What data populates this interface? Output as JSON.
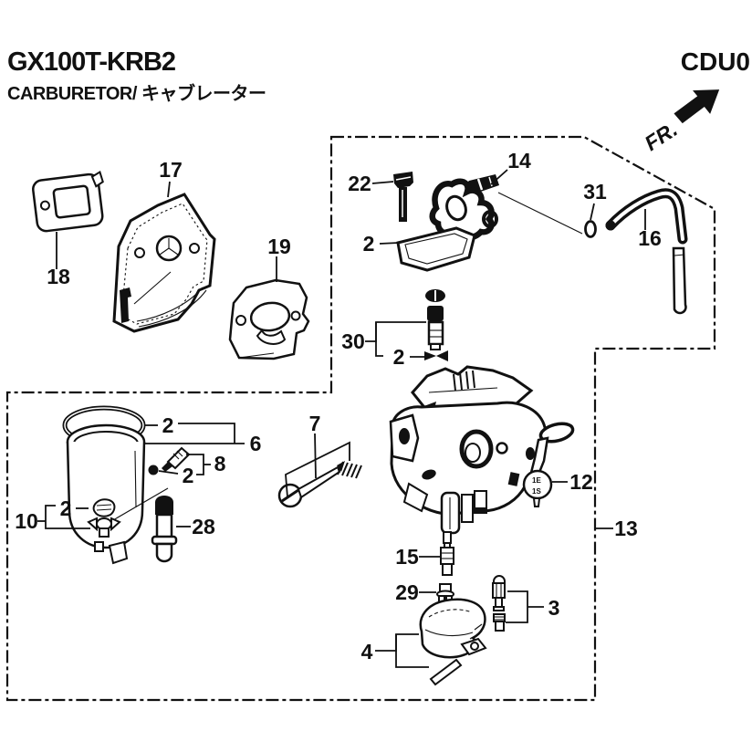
{
  "header": {
    "model": "GX100T-KRB2",
    "part_title": "CARBURETOR/ キャブレーター",
    "page_code": "CDU0",
    "front_label": "FR."
  },
  "diagram": {
    "labels": [
      {
        "part": "air-cleaner-cover",
        "text": "17"
      },
      {
        "part": "air-cleaner-gasket",
        "text": "18"
      },
      {
        "part": "insulator-gasket",
        "text": "19"
      },
      {
        "part": "flange-bolt",
        "text": "22"
      },
      {
        "part": "pump-screw",
        "text": "14"
      },
      {
        "part": "top-gasket",
        "text": "2"
      },
      {
        "part": "tube-clip",
        "text": "31"
      },
      {
        "part": "fuel-tube",
        "text": "16"
      },
      {
        "part": "valve-set",
        "text": "30"
      },
      {
        "part": "valve-set-gasket",
        "text": "2"
      },
      {
        "part": "bowl-oring",
        "text": "2"
      },
      {
        "part": "chamber-set",
        "text": "6"
      },
      {
        "part": "jet-set",
        "text": "8"
      },
      {
        "part": "jet-set-ball",
        "text": "2"
      },
      {
        "part": "drain-screw-set",
        "text": "10"
      },
      {
        "part": "drain-nut",
        "text": "2"
      },
      {
        "part": "strainer",
        "text": "28"
      },
      {
        "part": "stop-screw-set",
        "text": "7"
      },
      {
        "part": "choke-lever",
        "text": "12"
      },
      {
        "part": "carburetor-assy",
        "text": "13"
      },
      {
        "part": "main-nozzle",
        "text": "15"
      },
      {
        "part": "main-jet",
        "text": "29"
      },
      {
        "part": "float-valve-set",
        "text": "3"
      },
      {
        "part": "float-set",
        "text": "4"
      }
    ]
  }
}
